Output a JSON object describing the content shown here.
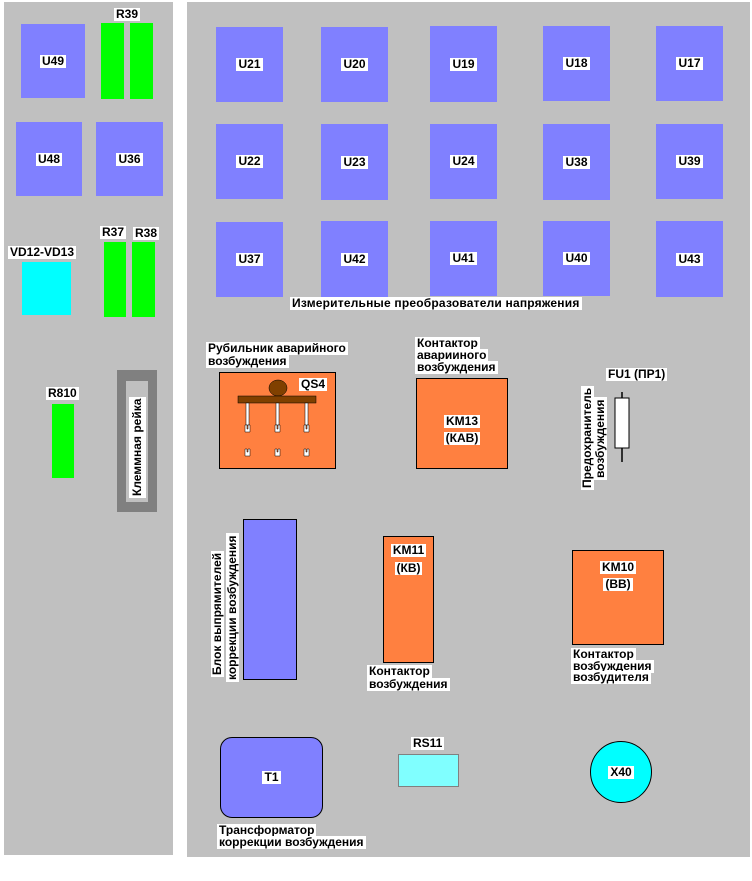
{
  "left": {
    "U49": "U49",
    "R39": "R39",
    "U48": "U48",
    "U36": "U36",
    "VD12": "VD12-VD13",
    "R37": "R37",
    "R38": "R38",
    "R810": "R810",
    "terminal": "Клеммная рейка"
  },
  "grid": {
    "row1": [
      "U21",
      "U20",
      "U19",
      "U18",
      "U17"
    ],
    "row2": [
      "U22",
      "U23",
      "U24",
      "U38",
      "U39"
    ],
    "row3": [
      "U37",
      "U42",
      "U41",
      "U40",
      "U43"
    ],
    "caption": "Измерительные преобразователи напряжения"
  },
  "qs4": {
    "label1": "Рубильник аварийного",
    "label2": "возбуждения",
    "name": "QS4"
  },
  "km13": {
    "label1": "Контактор",
    "label2": "аварииного",
    "label3": "возбуждения",
    "name": "KM13",
    "sub": "(КАВ)"
  },
  "fu1": {
    "name": "FU1 (ПР1)",
    "label1": "Предохранитель",
    "label2": "возбуждения"
  },
  "rectifier": {
    "label1": "Блок выпрямителей",
    "label2": "коррекции возбуждения"
  },
  "km11": {
    "name": "KM11",
    "sub": "(КВ)",
    "label1": "Контактор",
    "label2": "возбуждения"
  },
  "km10": {
    "name": "KM10",
    "sub": "(ВВ)",
    "label1": "Контактор",
    "label2": "возбуждения",
    "label3": "возбудителя"
  },
  "t1": {
    "name": "T1",
    "label1": "Трансформатор",
    "label2": "коррекции возбуждения"
  },
  "rs11": {
    "name": "RS11"
  },
  "x40": {
    "name": "X40"
  },
  "colors": {
    "panel": "#c0c0c0",
    "module": "#8080ff",
    "resistor": "#00ff00",
    "contactor": "#ff8040"
  }
}
